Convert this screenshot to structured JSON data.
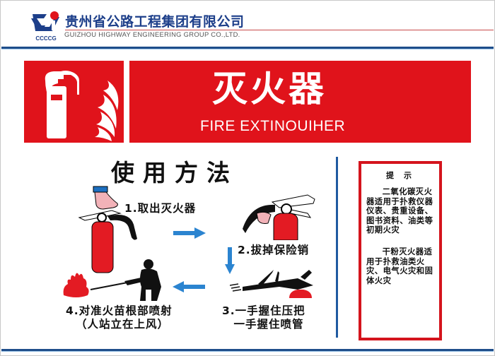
{
  "header": {
    "company_name_cn": "贵州省公路工程集团有限公司",
    "company_name_en": "GUIZHOU HIGHWAY ENGINEERING GROUP CO.,LTD.",
    "logo_icon": "gzhe-logo-icon",
    "colors": {
      "brand_blue": "#1d3f8a",
      "accent_red": "#e0131b"
    }
  },
  "sign": {
    "icon": "fire-extinguisher-flame-icon",
    "title_cn": "灭火器",
    "title_en": "FIRE EXTINOUIHER"
  },
  "instructions": {
    "title": "使用方法",
    "steps": [
      {
        "label": "1.取出灭火器",
        "icon": "hand-lifting-extinguisher-icon"
      },
      {
        "label": "2.拔掉保险销",
        "icon": "pull-safety-pin-icon"
      },
      {
        "label_line1": "3.一手握住压把",
        "label_line2": "　一手握住喷管",
        "icon": "squeeze-handle-icon"
      },
      {
        "label_line1": "4.对准火苗根部喷射",
        "label_line2": "（人站立在上风）",
        "icon": "person-spraying-fire-icon"
      }
    ]
  },
  "tips": {
    "title": "提示",
    "co2_text": "二氧化碳灭火器适用于扑救仪器仪表、贵重设备、图书资料、油类等初期火灾",
    "powder_text": "干粉灭火器适用于扑救油类火灾、电气火灾和固体火灾"
  }
}
